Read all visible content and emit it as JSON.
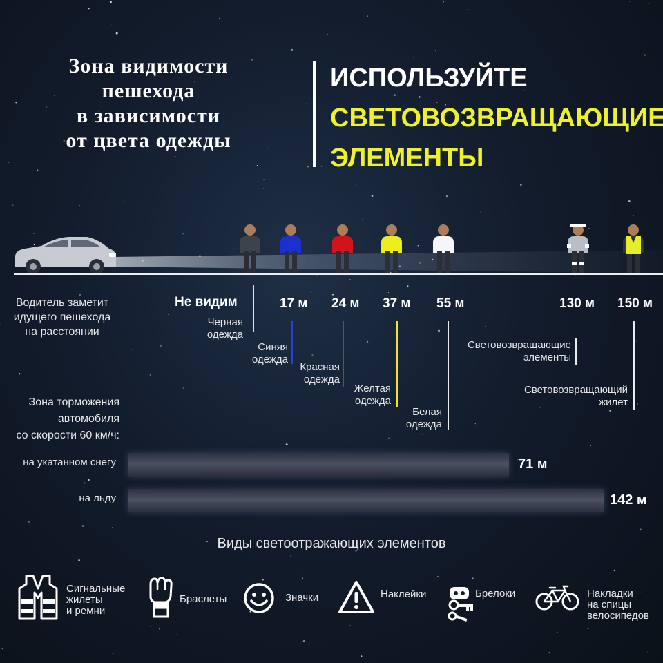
{
  "title_left": [
    "Зона видимости",
    "пешехода",
    "в зависимости",
    "от цвета одежды"
  ],
  "title_right": {
    "line1": "ИСПОЛЬЗУЙТЕ",
    "line2": "СВЕТОВОЗВРАЩАЮЩИЕ",
    "line3": "ЭЛЕМЕНТЫ"
  },
  "driver_note": [
    "Водитель заметит",
    "идущего пешехода",
    "на расстоянии"
  ],
  "not_seen": "Не видим",
  "visibility": [
    {
      "clothing": [
        "Черная",
        "одежда"
      ],
      "distance": "",
      "color": "#dfe3e6"
    },
    {
      "clothing": [
        "Синяя",
        "одежда"
      ],
      "distance": "17 м",
      "color": "#2a3fd8"
    },
    {
      "clothing": [
        "Красная",
        "одежда"
      ],
      "distance": "24 м",
      "color": "#d41f2a"
    },
    {
      "clothing": [
        "Желтая",
        "одежда"
      ],
      "distance": "37 м",
      "color": "#f2e12a"
    },
    {
      "clothing": [
        "Белая",
        "одежда"
      ],
      "distance": "55 м",
      "color": "#e9ecef"
    },
    {
      "clothing": [
        "Световозвращающие",
        "элементы"
      ],
      "distance": "130 м",
      "color": "#e9ecef"
    },
    {
      "clothing": [
        "Световозвращающий",
        "жилет"
      ],
      "distance": "150 м",
      "color": "#e9ecef"
    }
  ],
  "braking": {
    "label": [
      "Зона торможения",
      "автомобиля",
      "со скорости 60 км/ч:"
    ],
    "rows": [
      {
        "label": "на укатанном снегу",
        "value": "71 м"
      },
      {
        "label": "на льду",
        "value": "142 м"
      }
    ]
  },
  "types_title": "Виды светоотражающих элементов",
  "types": [
    {
      "icon": "vest-icon",
      "label": [
        "Сигнальные",
        "жилеты",
        "и ремни"
      ]
    },
    {
      "icon": "bracelet-icon",
      "label": [
        "Браслеты"
      ]
    },
    {
      "icon": "smiley-badge-icon",
      "label": [
        "Значки"
      ]
    },
    {
      "icon": "warning-sticker-icon",
      "label": [
        "Наклейки"
      ]
    },
    {
      "icon": "keychain-icon",
      "label": [
        "Брелоки"
      ]
    },
    {
      "icon": "bicycle-icon",
      "label": [
        "Накладки",
        "на спицы",
        "велосипедов"
      ]
    }
  ]
}
